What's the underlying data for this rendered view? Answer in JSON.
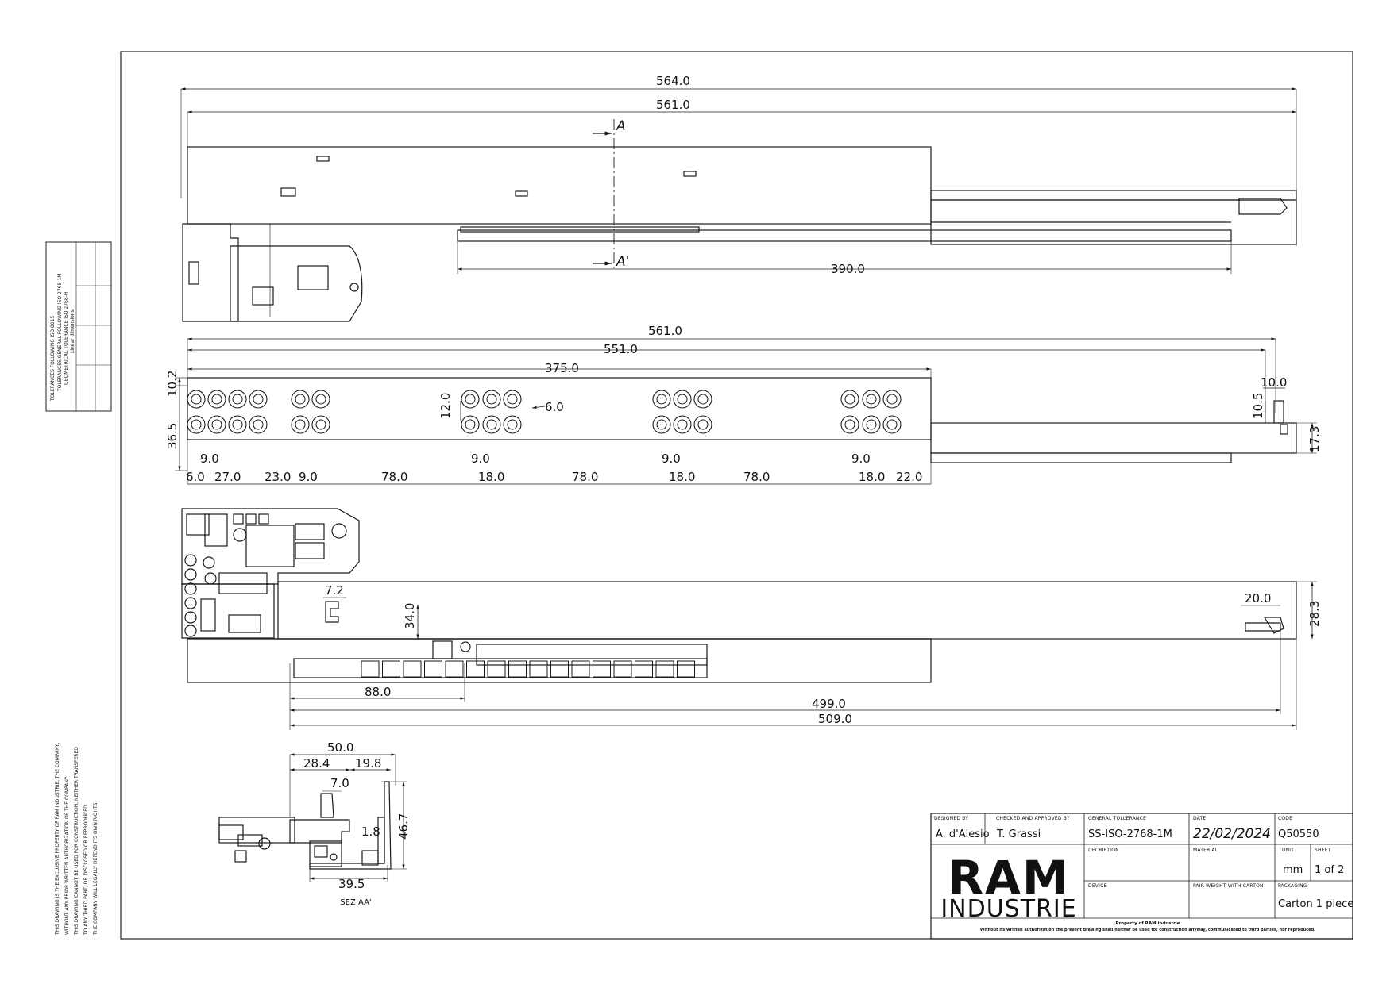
{
  "drawing": {
    "side_view": {
      "section_label_top": "A",
      "section_label_bottom": "A'",
      "dims": {
        "overall": "564.0",
        "body": "561.0",
        "rail": "390.0"
      }
    },
    "top_view": {
      "dims": {
        "overall": "561.0",
        "inner": "551.0",
        "holes_span": "375.0",
        "offset_top": "10.2",
        "height": "36.5",
        "hole_dia": "6.0",
        "row_gap": "12.0",
        "end_w": "10.0",
        "end_h": "10.5",
        "rail_h": "17.3",
        "pitch_labels": [
          "9.0",
          "9.0",
          "9.0",
          "9.0"
        ],
        "bottom_chain": [
          "6.0",
          "27.0",
          "23.0",
          "9.0",
          "78.0",
          "18.0",
          "78.0",
          "18.0",
          "78.0",
          "18.0",
          "22.0"
        ]
      }
    },
    "front_view": {
      "dims": {
        "notch": "7.2",
        "height": "34.0",
        "end": "20.0",
        "rail_h": "28.3",
        "lock": "88.0",
        "len1": "499.0",
        "len2": "509.0"
      }
    },
    "section_view": {
      "label": "SEZ AA'",
      "dims": {
        "width": "50.0",
        "left": "28.4",
        "right": "19.8",
        "tab": "7.0",
        "gap": "1.8",
        "height": "46.7",
        "base": "39.5"
      }
    }
  },
  "tolerance_table": {
    "title": "TOLERANCES FOLLOWING ISO 8015",
    "line1": "TOLERANCES GENERAL FOLLOWING ISO 2768-1M",
    "line2": "GEOMETRICAL TOLERANCE ISO 2768-H",
    "line3": "Linear dimensions"
  },
  "disclaimer": [
    "THIS DRAWING IS THE EXCLUSIVE PROPERTY OF RAM INDUSTRIE, THE COMPANY,",
    "WITHOUT ANY PRIOR WRITTEN AUTHORIZATION OF THE COMPANY",
    "THIS DRAWING CANNOT BE USED FOR CONSTRUCTION, NEITHER TRANSFERED",
    "TO ANY THIRD PART, OR DISCLOSED OR REPRODUCED.",
    "THE COMPANY WILL LEGALLY DEFEND ITS OWN RIGHTS"
  ],
  "title_block": {
    "designed_by_label": "DESIGNED BY",
    "designed_by": "A. d'Alesio",
    "checked_label": "CHECKED AND APPROVED BY",
    "checked": "T. Grassi",
    "tolerance_label": "GENERAL TOLLERANCE",
    "tolerance": "SS-ISO-2768-1M",
    "date_label": "DATE",
    "date": "22/02/2024",
    "code_label": "CODE",
    "code": "Q50550",
    "logo_top": "RAM",
    "logo_bottom": "INDUSTRIE",
    "description_label": "DECRIPTION",
    "material_label": "MATERIAL",
    "unit_label": "UNIT",
    "unit": "mm",
    "sheet_label": "SHEET",
    "sheet": "1 of 2",
    "device_label": "DEVICE",
    "weight_label": "PAIR WEIGHT WITH CARTON",
    "packaging_label": "PACKAGING",
    "packaging": "Carton 1 piece",
    "footer1": "Property of RAM industrie",
    "footer2": "Without its written authorization the present drawing shall neither be used for construction anyway, communicated to third parties, nor reproduced."
  },
  "colors": {
    "line": "#1a1a1a",
    "background": "#ffffff"
  }
}
